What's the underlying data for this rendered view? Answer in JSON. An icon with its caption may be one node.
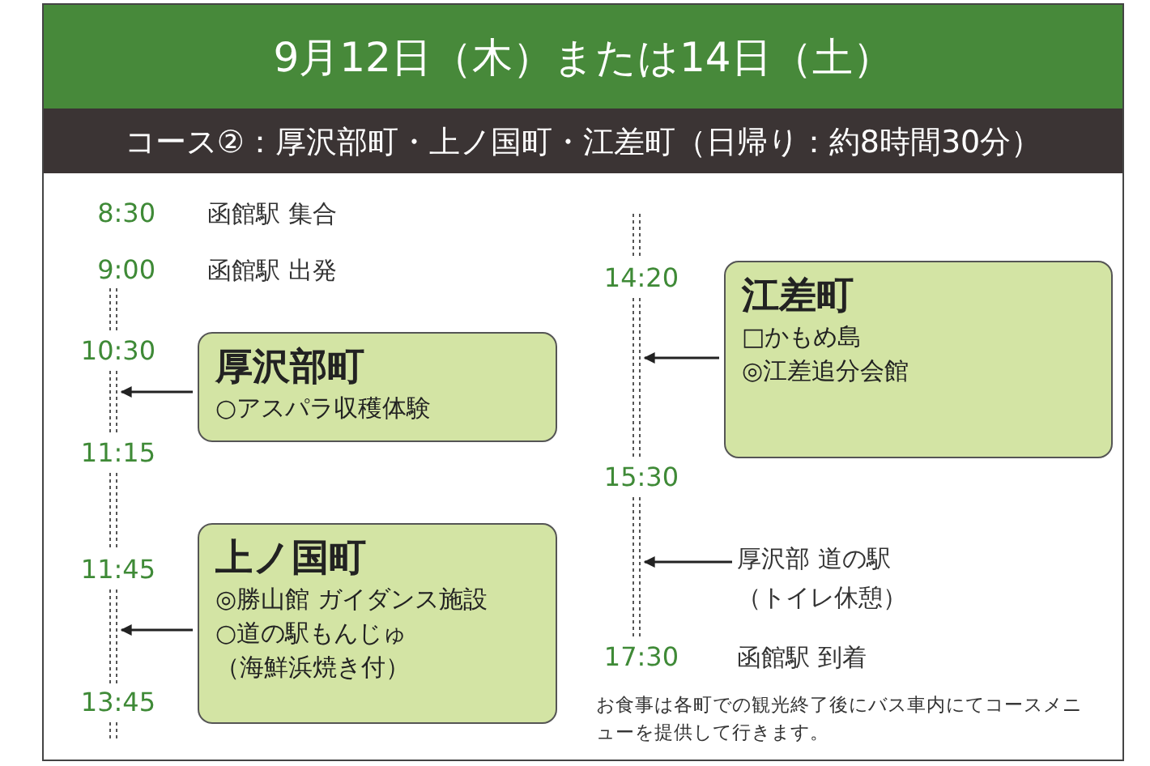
{
  "diagram": {
    "title": "9月12日（木）または14日（土）",
    "nodes": [
      {
        "text": [
          "厚沢部町",
          "○アスパラ収穫体験"
        ]
      },
      {
        "text": [
          "上ノ国町",
          "◎勝山館 ガイダンス施設",
          "○道の駅もんじゅ",
          "（海鮮浜焼き付）"
        ]
      },
      {
        "text": [
          "江差町",
          "□かもめ島",
          "◎江差追分会館"
        ]
      },
      {
        "text": [
          "厚沢部 道の駅",
          "（トイレ休憩）"
        ]
      }
    ],
    "edges": [
      {
        "from": 0,
        "to": null,
        "arrow": "to"
      },
      {
        "from": 1,
        "to": null,
        "arrow": "to"
      },
      {
        "from": 2,
        "to": null,
        "arrow": "to"
      },
      {
        "from": 3,
        "to": null,
        "arrow": "to"
      }
    ],
    "labels": [
      "コース②：厚沢部町・上ノ国町・江差町（日帰り：約8時間30分）",
      "8:30",
      "函館駅 集合",
      "9:00",
      "函館駅 出発",
      "10:30",
      "11:15",
      "11:45",
      "13:45",
      "14:20",
      "15:30",
      "17:30",
      "函館駅 到着",
      "お食事は各町での観光終了後にバス車内にてコースメニューを提供して行きます。"
    ]
  }
}
